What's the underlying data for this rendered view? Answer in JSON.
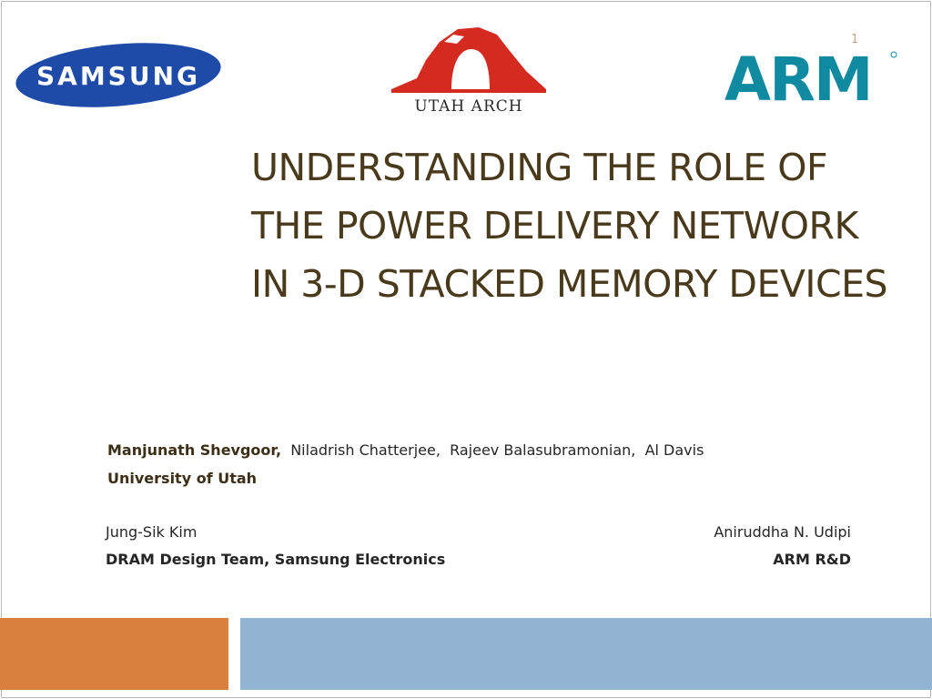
{
  "slide": {
    "number": "1",
    "title": "UNDERSTANDING THE ROLE OF THE POWER DELIVERY NETWORK IN 3-D STACKED MEMORY DEVICES",
    "logos": {
      "samsung": "SAMSUNG",
      "utah": "UTAH ARCH",
      "arm": "ARM"
    },
    "authors": [
      {
        "name": "Manjunath Shevgoor,",
        "emphasis": true
      },
      {
        "name": "Niladrish Chatterjee,"
      },
      {
        "name": "Rajeev Balasubramonian,"
      },
      {
        "name": "Al Davis"
      }
    ],
    "affiliation": "University of Utah",
    "left_person": "Jung-Sik Kim",
    "left_org": "DRAM Design Team, Samsung Electronics",
    "right_person": "Aniruddha N. Udipi",
    "right_org": "ARM R&D",
    "colors": {
      "title": "#4a3a1c",
      "orange_bar": "#d9803f",
      "blue_bar": "#93b5d4",
      "samsung_blue": "#1e4aa8",
      "utah_red": "#d42a1f",
      "arm_teal": "#0f8aa0"
    }
  }
}
